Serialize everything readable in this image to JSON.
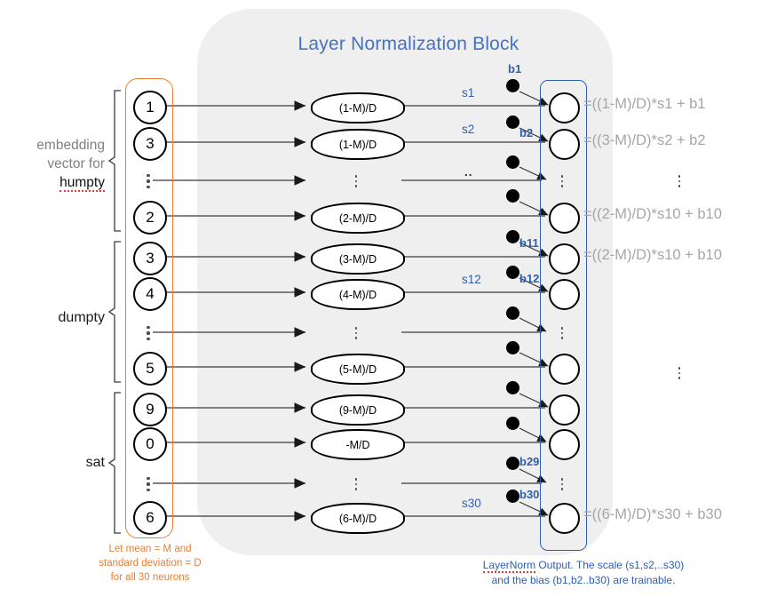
{
  "title": "Layer Normalization Block",
  "colors": {
    "title_blue": "#4472C4",
    "orange": "#ED7D31",
    "blue_box": "#2E5FB0",
    "panel_gray": "#EFEFEF",
    "equation_gray": "#A6A6A6"
  },
  "left_labels": [
    {
      "id": "humpty",
      "lines": [
        "embedding",
        "vector for"
      ],
      "word": "humpty",
      "spellcheck": true
    },
    {
      "id": "dumpty",
      "lines": [],
      "word": "dumpty",
      "spellcheck": false
    },
    {
      "id": "sat",
      "lines": [],
      "word": "sat",
      "spellcheck": false
    }
  ],
  "orange_caption": [
    "Let mean = M and",
    "standard deviation = D",
    "for all 30 neurons"
  ],
  "blue_caption_line1_link": "LayerNorm",
  "blue_caption": [
    " Output. The scale (s1,s2,..s30)",
    "and the bias (b1,b2..b30) are trainable."
  ],
  "rows": [
    {
      "input": "1",
      "is_dots": false,
      "norm": "(1-M)/D",
      "norm_dots": false,
      "scale": "s1",
      "bias": "b1",
      "out_dots": false,
      "equation": "=((1-M)/D)*s1 + b1"
    },
    {
      "input": "3",
      "is_dots": false,
      "norm": "(1-M)/D",
      "norm_dots": false,
      "scale": "s2",
      "bias": "b2",
      "out_dots": false,
      "equation": "=((3-M)/D)*s2 + b2"
    },
    {
      "input": "dots",
      "is_dots": true,
      "norm": "",
      "norm_dots": true,
      "scale": "..",
      "bias": "",
      "out_dots": true,
      "equation": "dots"
    },
    {
      "input": "2",
      "is_dots": false,
      "norm": "(2-M)/D",
      "norm_dots": false,
      "scale": "",
      "bias": "",
      "out_dots": false,
      "equation": "=((2-M)/D)*s10 + b10"
    },
    {
      "input": "3",
      "is_dots": false,
      "norm": "(3-M)/D",
      "norm_dots": false,
      "scale": "",
      "bias": "b11",
      "out_dots": false,
      "equation": "=((2-M)/D)*s10 + b10"
    },
    {
      "input": "4",
      "is_dots": false,
      "norm": "(4-M)/D",
      "norm_dots": false,
      "scale": "s12",
      "bias": "b12",
      "out_dots": false,
      "equation": ""
    },
    {
      "input": "dots",
      "is_dots": true,
      "norm": "",
      "norm_dots": true,
      "scale": "",
      "bias": "",
      "out_dots": true,
      "equation": ""
    },
    {
      "input": "5",
      "is_dots": false,
      "norm": "(5-M)/D",
      "norm_dots": false,
      "scale": "",
      "bias": "",
      "out_dots": false,
      "equation": "dots2"
    },
    {
      "input": "9",
      "is_dots": false,
      "norm": "(9-M)/D",
      "norm_dots": false,
      "scale": "",
      "bias": "",
      "out_dots": false,
      "equation": ""
    },
    {
      "input": "0",
      "is_dots": false,
      "norm": "-M/D",
      "norm_dots": false,
      "scale": "",
      "bias": "",
      "out_dots": false,
      "equation": ""
    },
    {
      "input": "dots",
      "is_dots": true,
      "norm": "",
      "norm_dots": true,
      "scale": "",
      "bias": "b29",
      "out_dots": true,
      "equation": ""
    },
    {
      "input": "6",
      "is_dots": false,
      "norm": "(6-M)/D",
      "norm_dots": false,
      "scale": "s30",
      "bias": "b30",
      "out_dots": false,
      "equation": "=((6-M)/D)*s30 + b30"
    }
  ],
  "right_mid_ellipsis": true
}
